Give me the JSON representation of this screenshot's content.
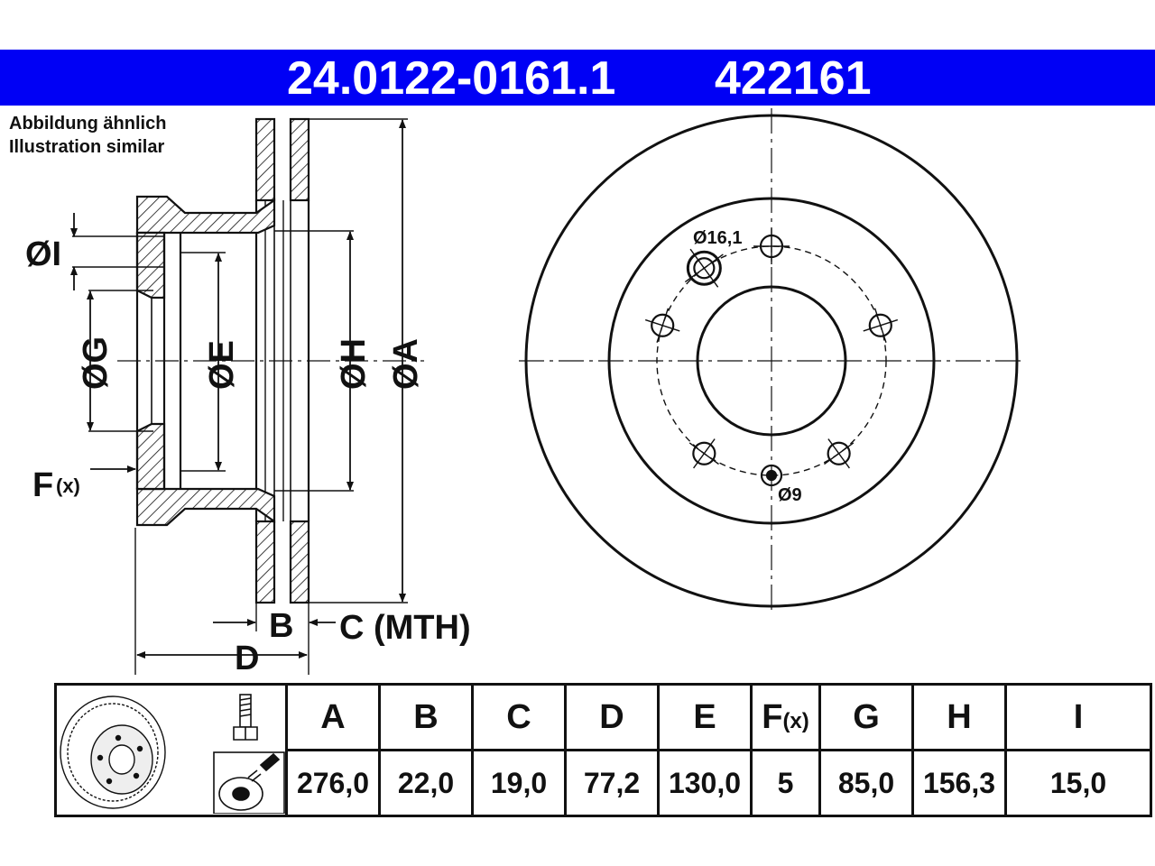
{
  "header": {
    "part_number": "24.0122-0161.1",
    "alt_number": "422161"
  },
  "note": {
    "line1": "Abbildung ähnlich",
    "line2": "Illustration similar"
  },
  "section_labels": {
    "I": "ØI",
    "G": "ØG",
    "E": "ØE",
    "H": "ØH",
    "A": "ØA",
    "F": "F",
    "F_suffix": "(x)",
    "B": "B",
    "C": "C (MTH)",
    "D": "D"
  },
  "front_labels": {
    "bolt_hole": "Ø16,1",
    "small_hole": "Ø9"
  },
  "table": {
    "headers": [
      "A",
      "B",
      "C",
      "D",
      "E",
      "F",
      "G",
      "H",
      "I"
    ],
    "f_suffix": "(x)",
    "values": [
      "276,0",
      "22,0",
      "19,0",
      "77,2",
      "130,0",
      "5",
      "85,0",
      "156,3",
      "15,0"
    ]
  },
  "colors": {
    "header_bg": "#0000f5",
    "header_text": "#ffffff",
    "line": "#111111"
  },
  "icons": [
    "brake-disc-thumbnail-icon",
    "bolt-icon",
    "spray-nozzle-icon"
  ]
}
